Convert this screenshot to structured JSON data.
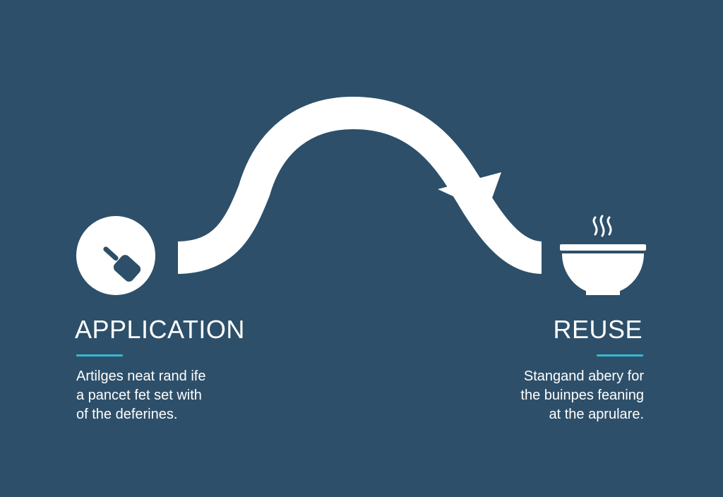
{
  "colors": {
    "background": "#2d4f69",
    "foreground": "#ffffff",
    "accent": "#37b8d2"
  },
  "left_step": {
    "icon": "spatula-icon",
    "title": "APPLICATION",
    "description_lines": [
      "Artilges neat rand ife",
      "a pancet fet set with",
      "of the deferines."
    ]
  },
  "right_step": {
    "icon": "steaming-bowl-icon",
    "title": "REUSE",
    "description_lines": [
      "Stangand abery for",
      "the buinpes feaning",
      "at the aprulare."
    ]
  },
  "connector": {
    "icon": "curved-arrow-icon"
  }
}
